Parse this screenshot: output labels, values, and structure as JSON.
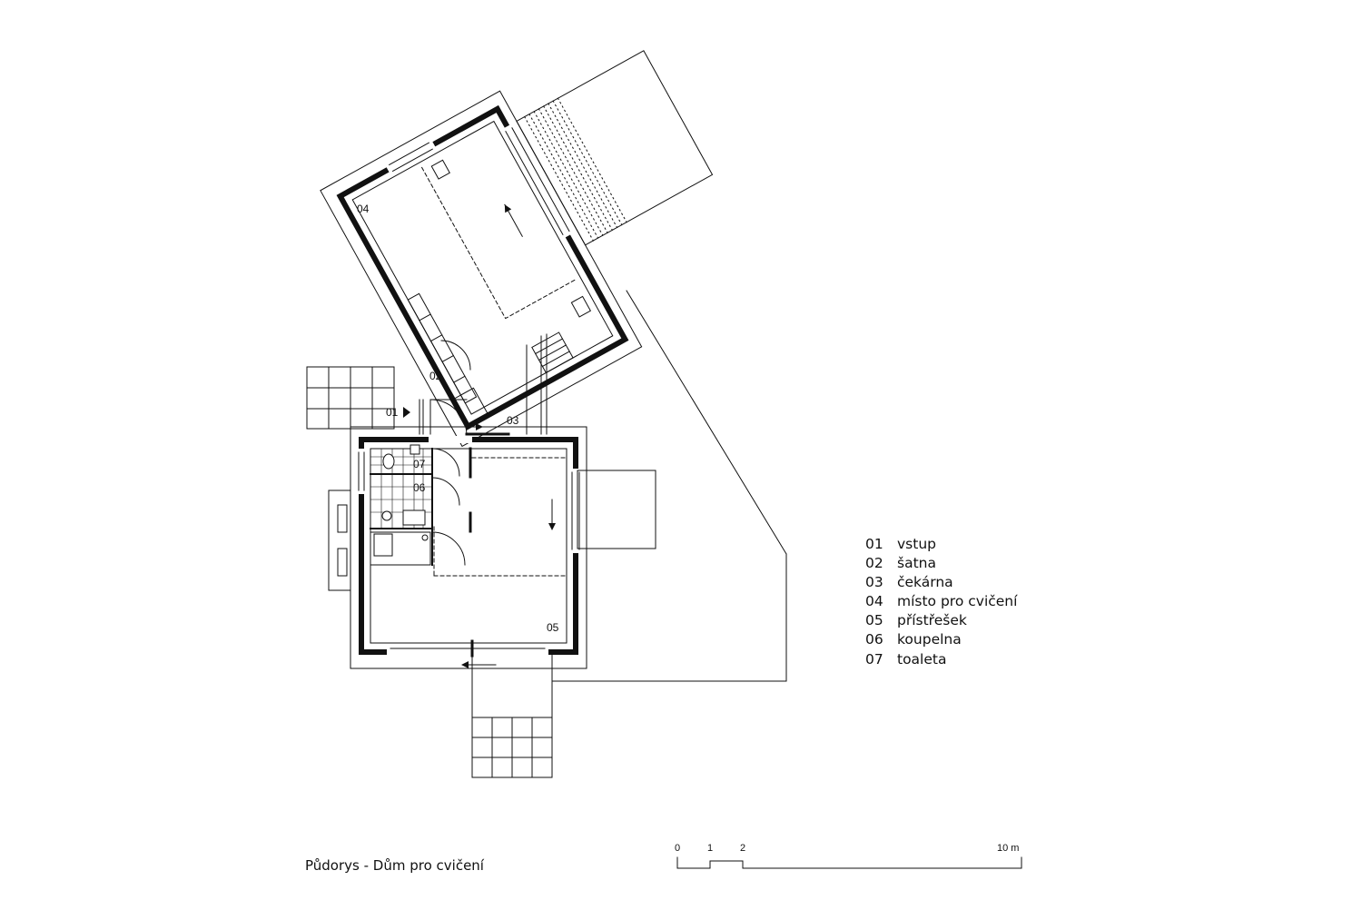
{
  "rooms": {
    "r01": "01",
    "r02": "02",
    "r03": "03",
    "r04": "04",
    "r05": "05",
    "r06": "06",
    "r07": "07"
  },
  "legend": [
    {
      "num": "01",
      "name": "vstup"
    },
    {
      "num": "02",
      "name": "šatna"
    },
    {
      "num": "03",
      "name": "čekárna"
    },
    {
      "num": "04",
      "name": "místo pro cvičení"
    },
    {
      "num": "05",
      "name": "přístřešek"
    },
    {
      "num": "06",
      "name": "koupelna"
    },
    {
      "num": "07",
      "name": "toaleta"
    }
  ],
  "caption": "Půdorys - Dům pro cvičení",
  "scale": {
    "tick_0": "0",
    "tick_1": "1",
    "tick_2": "2",
    "tick_10": "10 m"
  }
}
